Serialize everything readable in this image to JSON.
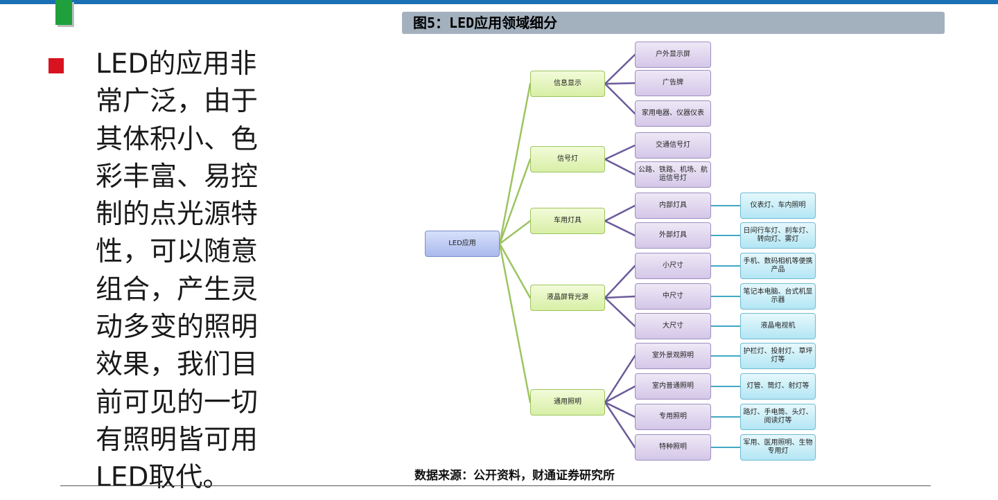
{
  "body_text": "LED的应用非常广泛，由于其体积小、色彩丰富、易控制的点光源特性，可以随意组合，产生灵动多变的照明效果，我们目前可见的一切有照明皆可用LED取代。",
  "figure": {
    "title": "图5：LED应用领域细分",
    "source": "数据来源：公开资料，财通证券研究所"
  },
  "colors": {
    "top_bar": "#1b6fb3",
    "accent_block": "#1fa03c",
    "bullet": "#d8121f",
    "title_bar": "#a3b0be",
    "edge_root_to_l1": "#9cc45f",
    "edge_l1_to_l2": "#6b5a9a",
    "edge_l2_to_l3": "#3fa7c4"
  },
  "tree": {
    "root": "LED应用",
    "branches": [
      {
        "label": "信息显示",
        "children": [
          {
            "label": "户外显示屏"
          },
          {
            "label": "广告牌"
          },
          {
            "label": "家用电器、仪器仪表"
          }
        ]
      },
      {
        "label": "信号灯",
        "children": [
          {
            "label": "交通信号灯"
          },
          {
            "label": "公路、铁路、机场、航运信号灯"
          }
        ]
      },
      {
        "label": "车用灯具",
        "children": [
          {
            "label": "内部灯具",
            "leaf": "仪表灯、车内照明"
          },
          {
            "label": "外部灯具",
            "leaf": "日间行车灯、刹车灯、转向灯、雾灯"
          }
        ]
      },
      {
        "label": "液晶屏背光源",
        "children": [
          {
            "label": "小尺寸",
            "leaf": "手机、数码相机等便携产品"
          },
          {
            "label": "中尺寸",
            "leaf": "笔记本电脑、台式机显示器"
          },
          {
            "label": "大尺寸",
            "leaf": "液晶电视机"
          }
        ]
      },
      {
        "label": "通用照明",
        "children": [
          {
            "label": "室外景观照明",
            "leaf": "护栏灯、投射灯、草坪灯等"
          },
          {
            "label": "室内普通照明",
            "leaf": "灯管、筒灯、射灯等"
          },
          {
            "label": "专用照明",
            "leaf": "路灯、手电筒、头灯、阅读灯等"
          },
          {
            "label": "特种照明",
            "leaf": "军用、医用照明、生物专用灯"
          }
        ]
      }
    ]
  }
}
